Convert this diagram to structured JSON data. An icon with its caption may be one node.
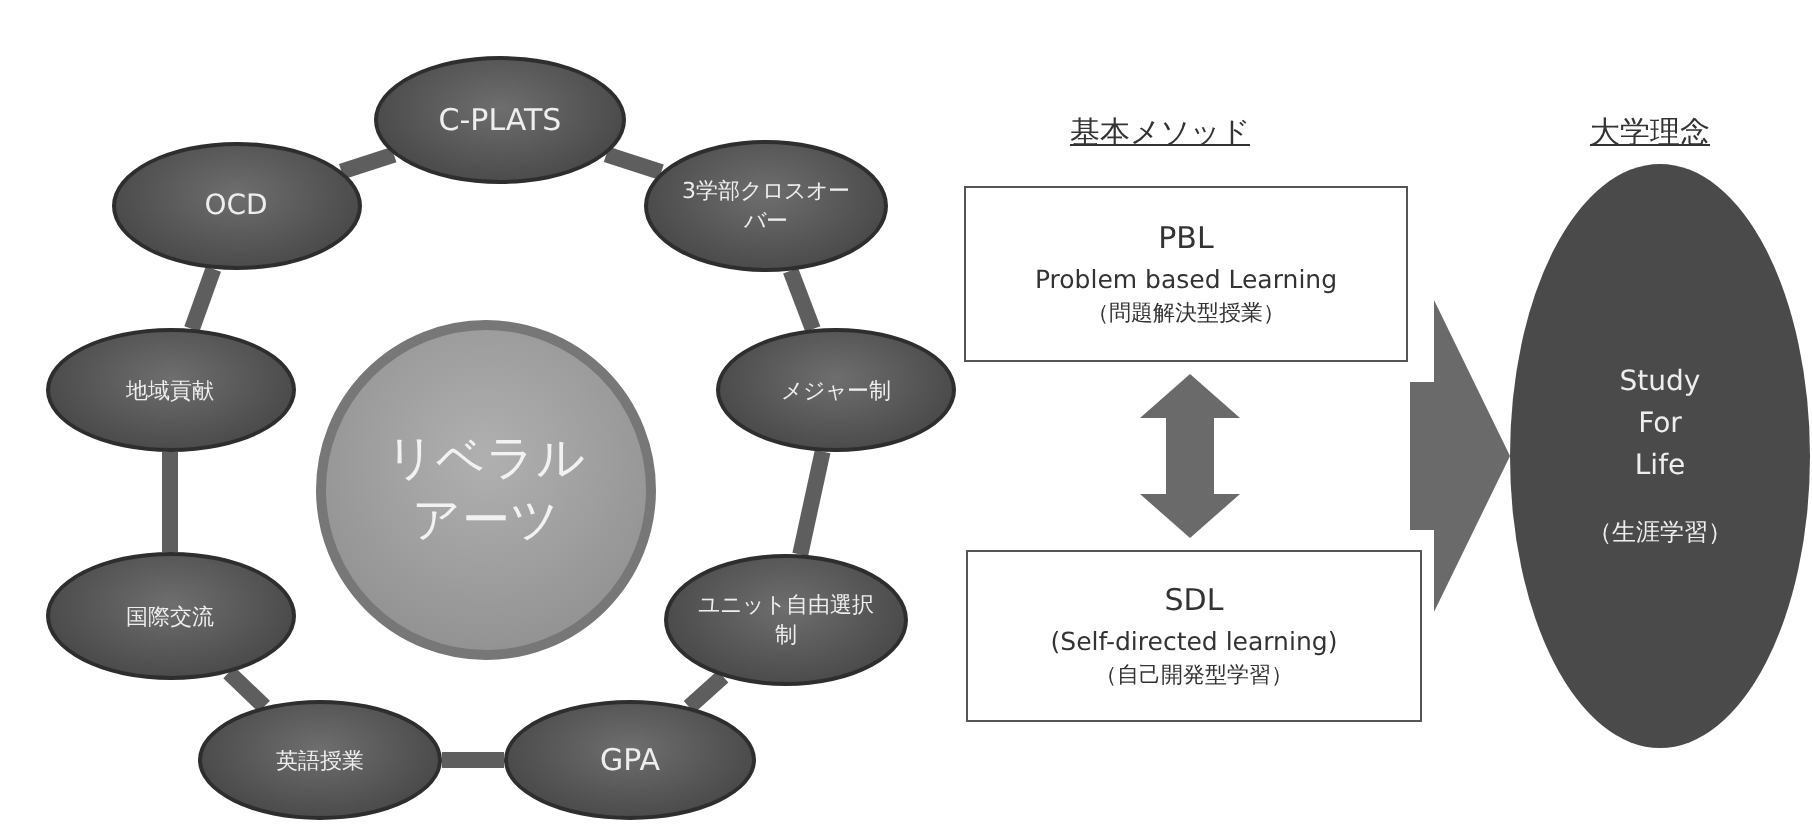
{
  "diagram": {
    "nodes": [
      {
        "text": [
          "C-PLATS"
        ]
      },
      {
        "text": [
          "3学部クロスオーバー"
        ]
      },
      {
        "text": [
          "メジャー制"
        ]
      },
      {
        "text": [
          "ユニット自由選択制"
        ]
      },
      {
        "text": [
          "GPA"
        ]
      },
      {
        "text": [
          "英語授業"
        ]
      },
      {
        "text": [
          "国際交流"
        ]
      },
      {
        "text": [
          "地域貢献"
        ]
      },
      {
        "text": [
          "OCD"
        ]
      },
      {
        "text": [
          "リベラルアーツ"
        ]
      },
      {
        "text": [
          "PBL",
          "Problem based Learning",
          "（問題解決型授業）"
        ]
      },
      {
        "text": [
          "SDL",
          "(Self-directed learning)",
          "（自己開発型学習）"
        ]
      },
      {
        "text": [
          "Study For Life",
          "（生涯学習）"
        ]
      }
    ],
    "edges": [
      {
        "from": 0,
        "to": 1,
        "arrow": "none"
      },
      {
        "from": 1,
        "to": 2,
        "arrow": "none"
      },
      {
        "from": 2,
        "to": 3,
        "arrow": "none"
      },
      {
        "from": 3,
        "to": 4,
        "arrow": "none"
      },
      {
        "from": 4,
        "to": 5,
        "arrow": "none"
      },
      {
        "from": 5,
        "to": 6,
        "arrow": "none"
      },
      {
        "from": 6,
        "to": 7,
        "arrow": "none"
      },
      {
        "from": 7,
        "to": 8,
        "arrow": "none"
      },
      {
        "from": 8,
        "to": 0,
        "arrow": "none"
      },
      {
        "from": 10,
        "to": 11,
        "arrow": "both"
      },
      {
        "from": null,
        "to": 12,
        "arrow": "to"
      }
    ],
    "labels": [
      "基本メソッド",
      "大学理念"
    ]
  }
}
